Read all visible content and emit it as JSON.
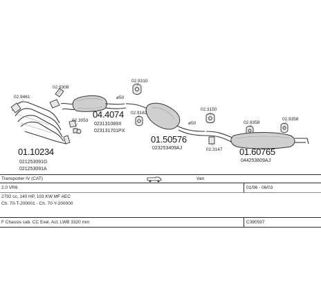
{
  "parts": {
    "p_1": "02.9461",
    "p_2": "02.9308",
    "p_3": "02.3053",
    "p_4": "02.9310",
    "p_5": "02.9182",
    "p_6": "02.3150",
    "p_7": "02.3147",
    "p_8": "02.9358",
    "p_9": "02.9358",
    "len_1": "ø50",
    "len_2": "ø50",
    "g1_main": "01.10234",
    "g1_oem1": "021253091G",
    "g1_oem2": "021253091A",
    "g2_main": "04.4074",
    "g2_oem1": "023131089X",
    "g2_oem2": "023131701PX",
    "g3_main": "01.50576",
    "g3_oem1": "023253409AJ",
    "g4_main": "01.60765",
    "g4_oem1": "044253609AJ"
  },
  "vehicle": {
    "model": "Transporter IV (CAT)",
    "type": "Van",
    "engine": "2.0 VR6",
    "dates": "01/96 - 06/03",
    "specs": "2792 cc, 140 HP, 103 KW MF AEC",
    "chassis": "Ch. 70-T-200001 - Ch. 70-Y-200000",
    "body": "F Chassis cab. CC Exel. Act. LWB 3320 mm",
    "code": "C390597"
  }
}
